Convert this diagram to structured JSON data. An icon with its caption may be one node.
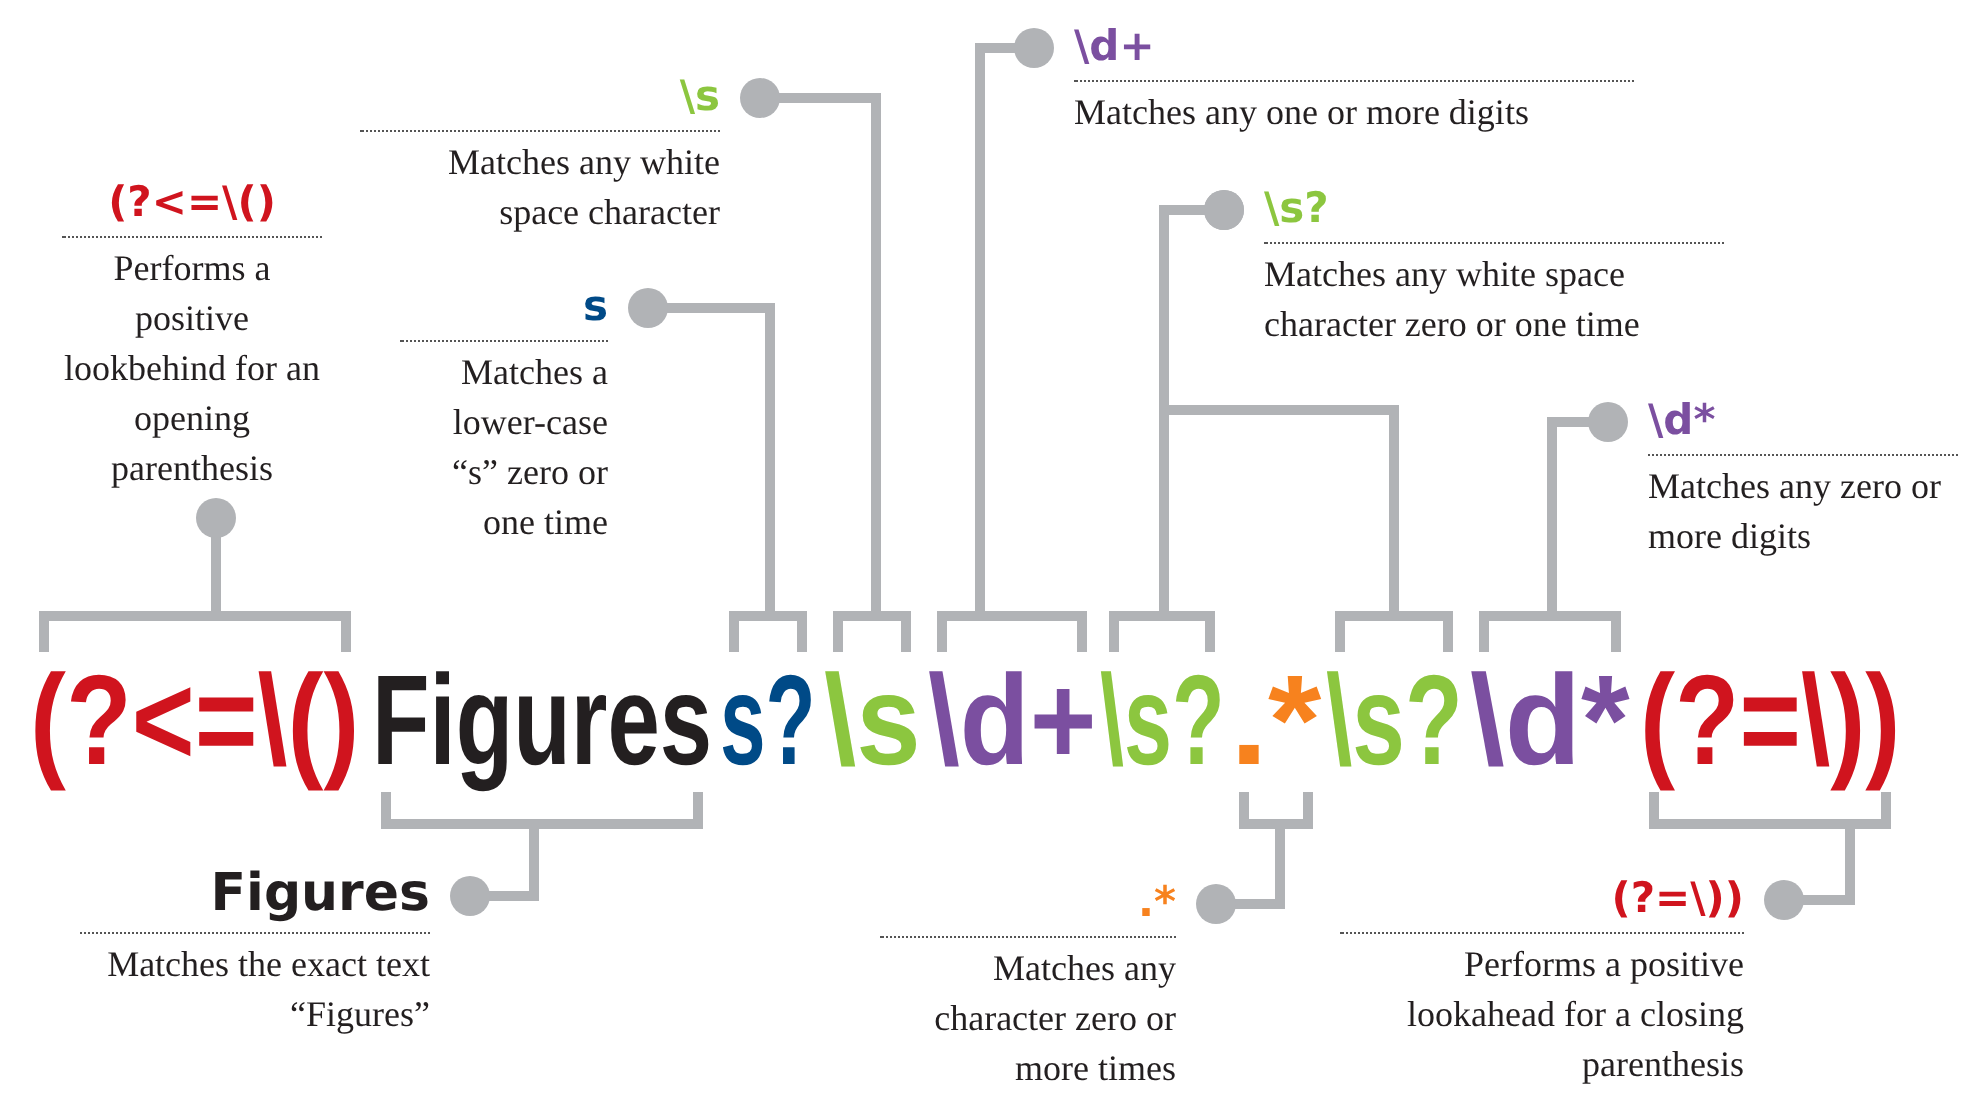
{
  "diagram": {
    "nodes": [
      {
        "text": [
          "\\d+",
          "Matches any one or more digits"
        ]
      },
      {
        "text": [
          "\\s",
          "Matches any white space character"
        ]
      },
      {
        "text": [
          "(?<=\\()",
          "Performs a positive lookbehind for an opening parenthesis"
        ]
      },
      {
        "text": [
          "\\s?",
          "Matches any white space character zero or one time"
        ]
      },
      {
        "text": [
          "s",
          "Matches a lower-case “s” zero or one time"
        ]
      },
      {
        "text": [
          "\\d*",
          "Matches any zero or more digits"
        ]
      },
      {
        "text": [
          "(?<=\\()"
        ]
      },
      {
        "text": [
          "Figures"
        ]
      },
      {
        "text": [
          "s?"
        ]
      },
      {
        "text": [
          "\\s"
        ]
      },
      {
        "text": [
          "\\d+"
        ]
      },
      {
        "text": [
          "\\s?"
        ]
      },
      {
        "text": [
          ".*"
        ]
      },
      {
        "text": [
          "\\s?"
        ]
      },
      {
        "text": [
          "\\d*"
        ]
      },
      {
        "text": [
          "(?=\\))"
        ]
      },
      {
        "text": [
          "Figures",
          "Matches the exact text “Figures”"
        ]
      },
      {
        "text": [
          ".*",
          "Matches any character zero or more times"
        ]
      },
      {
        "text": [
          "(?=\\))",
          "Performs a positive lookahead for a closing parenthesis"
        ]
      }
    ],
    "edges": [
      {
        "from": 2,
        "to": 6,
        "arrow": "other"
      },
      {
        "from": 4,
        "to": 8,
        "arrow": "other"
      },
      {
        "from": 1,
        "to": 9,
        "arrow": "other"
      },
      {
        "from": 0,
        "to": 10,
        "arrow": "other"
      },
      {
        "from": 3,
        "to": 11,
        "arrow": "other"
      },
      {
        "from": 3,
        "to": 13,
        "arrow": "other"
      },
      {
        "from": 5,
        "to": 14,
        "arrow": "other"
      },
      {
        "from": 16,
        "to": 7,
        "arrow": "other"
      },
      {
        "from": 17,
        "to": 12,
        "arrow": "other"
      },
      {
        "from": 18,
        "to": 15,
        "arrow": "other"
      }
    ]
  }
}
